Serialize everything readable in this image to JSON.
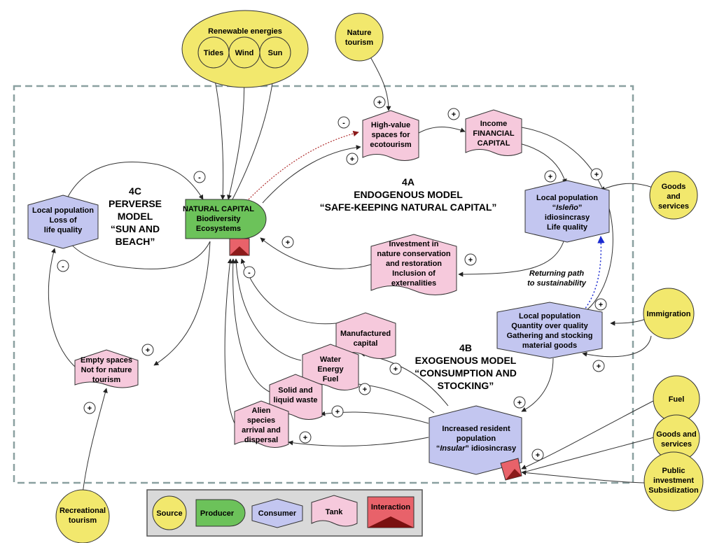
{
  "colors": {
    "source": "#f2e86d",
    "producer": "#6cc25a",
    "consumer": "#c3c6f0",
    "tank": "#f6c9dc",
    "interaction": "#e8626a",
    "frame": "#8aa0a0"
  },
  "sources": {
    "renewable_title": "Renewable energies",
    "tides": "Tides",
    "wind": "Wind",
    "sun": "Sun",
    "nature_tourism": [
      "Nature",
      "tourism"
    ],
    "goods_services_top": [
      "Goods",
      "and",
      "services"
    ],
    "immigration": "Immigration",
    "fuel": "Fuel",
    "goods_services_bottom": [
      "Goods and",
      "services"
    ],
    "public_investment": [
      "Public",
      "investment",
      "Subsidization"
    ],
    "recreational_tourism": [
      "Recreational",
      "tourism"
    ]
  },
  "producer": {
    "natural_capital": [
      "NATURAL CAPITAL",
      "Biodiversity",
      "Ecosystems"
    ]
  },
  "consumers": {
    "local_loss": [
      "Local population",
      "Loss of",
      "life quality"
    ],
    "local_isleno": {
      "line1": "Local population",
      "q_open": "“",
      "isleno": "Isleño",
      "q_close": "”",
      "line3": "idiosincrasy",
      "line4": "Life quality"
    },
    "local_quantity": [
      "Local population",
      "Quantity over quality",
      "Gathering and stocking",
      "material goods"
    ],
    "resident": {
      "line1": "Increased resident",
      "line2": "population",
      "q_open": "“",
      "insular": "Insular",
      "q_close": "” idiosincrasy"
    }
  },
  "tanks": {
    "high_value": [
      "High-value",
      "spaces for",
      "ecotourism"
    ],
    "income": [
      "Income",
      "FINANCIAL",
      "CAPITAL"
    ],
    "investment": [
      "Investment in",
      "nature conservation",
      "and restoration",
      "Inclusion of",
      "externalities"
    ],
    "empty_spaces": [
      "Empty spaces",
      "Not for nature",
      "tourism"
    ],
    "manufactured": [
      "Manufactured",
      "capital"
    ],
    "water": [
      "Water",
      "Energy",
      "Fuel"
    ],
    "waste": [
      "Solid and",
      "liquid waste"
    ],
    "alien": [
      "Alien",
      "species",
      "arrival and",
      "dispersal"
    ]
  },
  "models": {
    "m4c": [
      "4C",
      "PERVERSE",
      "MODEL",
      "“SUN AND",
      "BEACH”"
    ],
    "m4a": [
      "4A",
      "ENDOGENOUS MODEL",
      "“SAFE-KEEPING NATURAL CAPITAL”"
    ],
    "m4b": [
      "4B",
      "EXOGENOUS MODEL",
      "“CONSUMPTION AND",
      "STOCKING”"
    ]
  },
  "returning_path": [
    "Returning path",
    "to sustainability"
  ],
  "signs": {
    "plus": "+",
    "minus": "-"
  },
  "legend": {
    "source": "Source",
    "producer": "Producer",
    "consumer": "Consumer",
    "tank": "Tank",
    "interaction": "Interaction"
  }
}
